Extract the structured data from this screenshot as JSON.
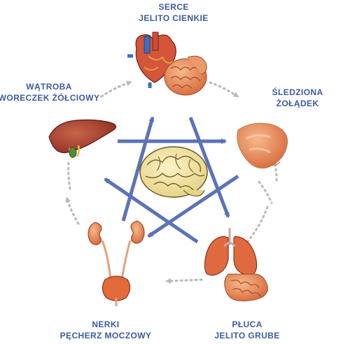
{
  "diagram": {
    "colors": {
      "arrow": "#5a73b8",
      "cycle": "#b9b9b9",
      "label": "#3d5aa0",
      "brain": "#efe3a4",
      "organ_red": "#d4553a",
      "organ_orange": "#e79a6a"
    },
    "elements": [
      {
        "key": "top",
        "label_line1": "SERCE",
        "label_line2": "JELITO CIENKIE",
        "icons": [
          "heart-icon",
          "small-intestine-icon"
        ]
      },
      {
        "key": "right",
        "label_line1": "ŚLEDZIONA",
        "label_line2": "ŻOŁĄDEK",
        "icons": [
          "spleen-stomach-icon"
        ]
      },
      {
        "key": "bottom_right",
        "label_line1": "PŁUCA",
        "label_line2": "JELITO GRUBE",
        "icons": [
          "lungs-icon",
          "large-intestine-icon"
        ]
      },
      {
        "key": "bottom_left",
        "label_line1": "NERKI",
        "label_line2": "PĘCHERZ MOCZOWY",
        "icons": [
          "kidneys-bladder-icon"
        ]
      },
      {
        "key": "left",
        "label_line1": "WĄTROBA",
        "label_line2": "WORECZEK ŻÓŁCIOWY",
        "icons": [
          "liver-icon"
        ]
      }
    ],
    "center_icon": "brain-icon"
  }
}
